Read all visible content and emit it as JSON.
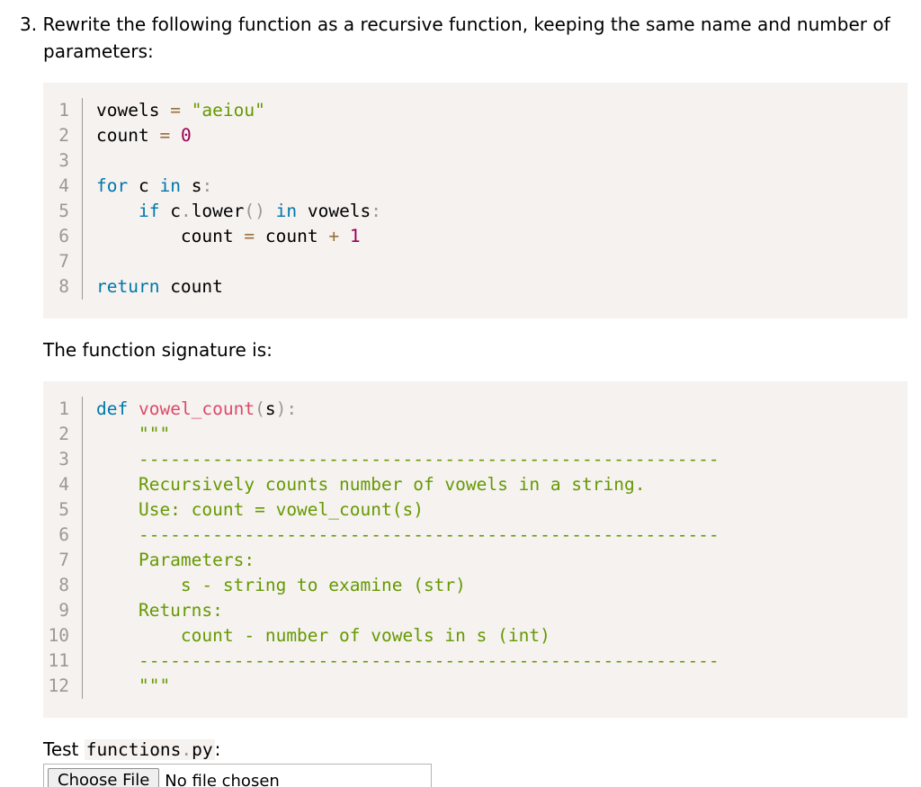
{
  "question": {
    "line1": "3. Rewrite the following function as a recursive function, keeping the same name and number of",
    "line2": "parameters:"
  },
  "code_block_1": {
    "lines": [
      {
        "n": "1",
        "tokens": [
          [
            "id",
            "vowels "
          ],
          [
            "op",
            "="
          ],
          [
            "id",
            " "
          ],
          [
            "str",
            "\"aeiou\""
          ]
        ]
      },
      {
        "n": "2",
        "tokens": [
          [
            "id",
            "count "
          ],
          [
            "op",
            "="
          ],
          [
            "id",
            " "
          ],
          [
            "num",
            "0"
          ]
        ]
      },
      {
        "n": "3",
        "tokens": []
      },
      {
        "n": "4",
        "tokens": [
          [
            "kw",
            "for"
          ],
          [
            "id",
            " c "
          ],
          [
            "kw",
            "in"
          ],
          [
            "id",
            " s"
          ],
          [
            "pun",
            ":"
          ]
        ]
      },
      {
        "n": "5",
        "tokens": [
          [
            "id",
            "    "
          ],
          [
            "kw",
            "if"
          ],
          [
            "id",
            " c"
          ],
          [
            "pun",
            "."
          ],
          [
            "id",
            "lower"
          ],
          [
            "pun",
            "()"
          ],
          [
            "id",
            " "
          ],
          [
            "kw",
            "in"
          ],
          [
            "id",
            " vowels"
          ],
          [
            "pun",
            ":"
          ]
        ]
      },
      {
        "n": "6",
        "tokens": [
          [
            "id",
            "        count "
          ],
          [
            "op",
            "="
          ],
          [
            "id",
            " count "
          ],
          [
            "op",
            "+"
          ],
          [
            "id",
            " "
          ],
          [
            "num",
            "1"
          ]
        ]
      },
      {
        "n": "7",
        "tokens": []
      },
      {
        "n": "8",
        "tokens": [
          [
            "kw",
            "return"
          ],
          [
            "id",
            " count"
          ]
        ]
      }
    ]
  },
  "signature_text": "The function signature is:",
  "code_block_2": {
    "lines": [
      {
        "n": "1",
        "tokens": [
          [
            "kw",
            "def"
          ],
          [
            "id",
            " "
          ],
          [
            "fn",
            "vowel_count"
          ],
          [
            "pun",
            "("
          ],
          [
            "id",
            "s"
          ],
          [
            "pun",
            "):"
          ]
        ]
      },
      {
        "n": "2",
        "tokens": [
          [
            "str",
            "    \"\"\""
          ]
        ]
      },
      {
        "n": "3",
        "tokens": [
          [
            "str",
            "    -------------------------------------------------------"
          ]
        ]
      },
      {
        "n": "4",
        "tokens": [
          [
            "str",
            "    Recursively counts number of vowels in a string."
          ]
        ]
      },
      {
        "n": "5",
        "tokens": [
          [
            "str",
            "    Use: count = vowel_count(s)"
          ]
        ]
      },
      {
        "n": "6",
        "tokens": [
          [
            "str",
            "    -------------------------------------------------------"
          ]
        ]
      },
      {
        "n": "7",
        "tokens": [
          [
            "str",
            "    Parameters:"
          ]
        ]
      },
      {
        "n": "8",
        "tokens": [
          [
            "str",
            "        s - string to examine (str)"
          ]
        ]
      },
      {
        "n": "9",
        "tokens": [
          [
            "str",
            "    Returns:"
          ]
        ]
      },
      {
        "n": "10",
        "tokens": [
          [
            "str",
            "        count - number of vowels in s (int)"
          ]
        ]
      },
      {
        "n": "11",
        "tokens": [
          [
            "str",
            "    -------------------------------------------------------"
          ]
        ]
      },
      {
        "n": "12",
        "tokens": [
          [
            "str",
            "    \"\"\""
          ]
        ]
      }
    ]
  },
  "test_label": {
    "prefix": "Test ",
    "file_name": "functions",
    "dot": ".",
    "ext": "py",
    "suffix": ":"
  },
  "file_input": {
    "button_label": "Choose File",
    "status": "No file chosen"
  }
}
